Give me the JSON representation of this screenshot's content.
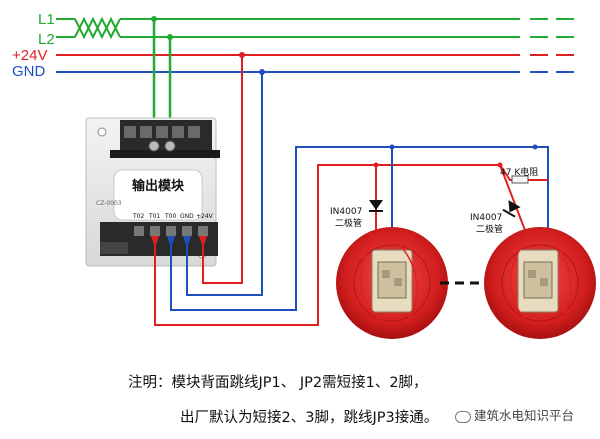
{
  "bus": {
    "l1": "L1",
    "l2": "L2",
    "v24": "+24V",
    "gnd": "GND"
  },
  "module": {
    "title": "输出模块",
    "model": "CZ-0003",
    "terminals": [
      "T02",
      "T01",
      "T00",
      "GND",
      "+24V"
    ]
  },
  "components": {
    "diode_left_name": "IN4007",
    "diode_left_type": "二极管",
    "diode_right_name": "IN4007",
    "diode_right_type": "二极管",
    "resistor": "47 K电阻"
  },
  "notes": {
    "line1": "注明：模块背面跳线JP1、 JP2需短接1、2脚，",
    "line2": "出厂默认为短接2、3脚，跳线JP3接通。"
  },
  "watermark": "建筑水电知识平台",
  "colors": {
    "l1": "#22aa33",
    "l2": "#22aa33",
    "v24": "#e02020",
    "gnd": "#1f4fbf",
    "device": "#d41f1f"
  }
}
